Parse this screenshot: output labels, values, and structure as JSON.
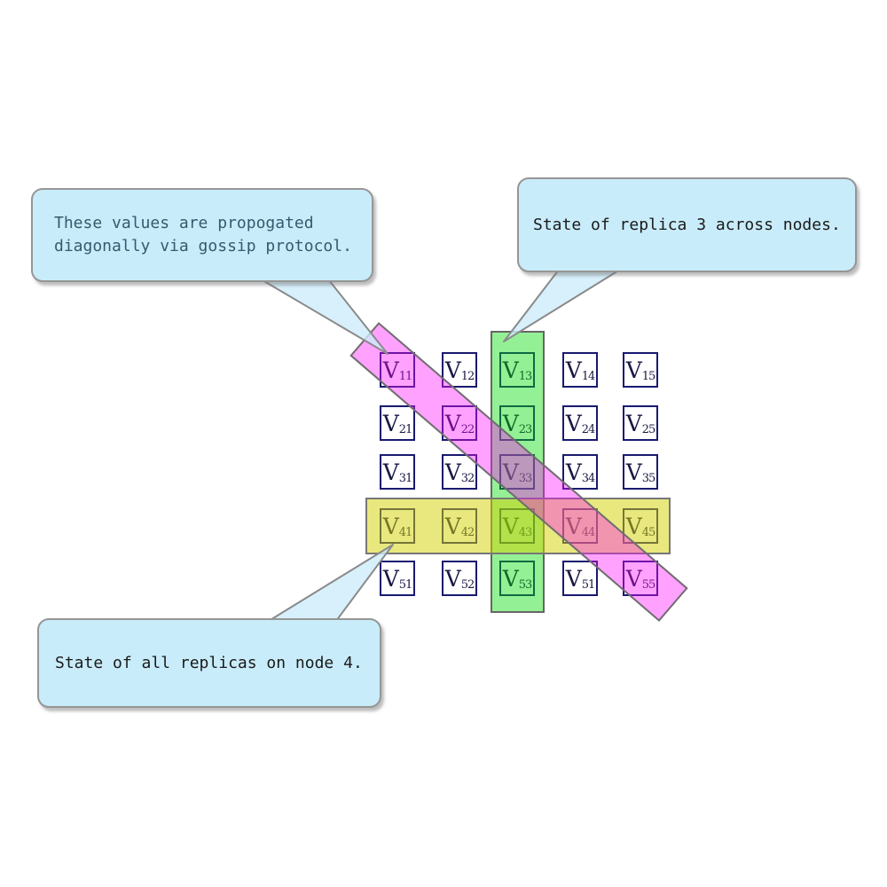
{
  "callouts": {
    "gossip": {
      "line1": "These values are propogated",
      "line2": "diagonally via gossip protocol."
    },
    "replica": {
      "text": "State of replica 3 across nodes."
    },
    "node": {
      "text": "State of all replicas on node 4."
    }
  },
  "grid": {
    "value_prefix": "V",
    "cell_labels": [
      [
        "11",
        "12",
        "13",
        "14",
        "15"
      ],
      [
        "21",
        "22",
        "23",
        "24",
        "25"
      ],
      [
        "31",
        "32",
        "33",
        "34",
        "35"
      ],
      [
        "41",
        "42",
        "43",
        "44",
        "45"
      ],
      [
        "51",
        "52",
        "53",
        "51",
        "55"
      ]
    ]
  },
  "bands": {
    "column": {
      "meaning": "replica 3 column highlight",
      "color": "#00dc00"
    },
    "row": {
      "meaning": "node 4 row highlight",
      "color": "#d2d200"
    },
    "diagonal": {
      "meaning": "gossip diagonal highlight",
      "color": "#ff0aff"
    }
  },
  "colors": {
    "cell_border": "#191970",
    "callout_bg": "#c9ecfa",
    "band_green_fill": "rgba(0,220,0,0.42)",
    "band_yellow_fill": "rgba(210,210,0,0.5)",
    "band_magenta_fill": "rgba(255,10,255,0.38)",
    "pointer_fill": "rgba(205,236,251,0.8)",
    "pointer_stroke": "#8a8a8a"
  }
}
